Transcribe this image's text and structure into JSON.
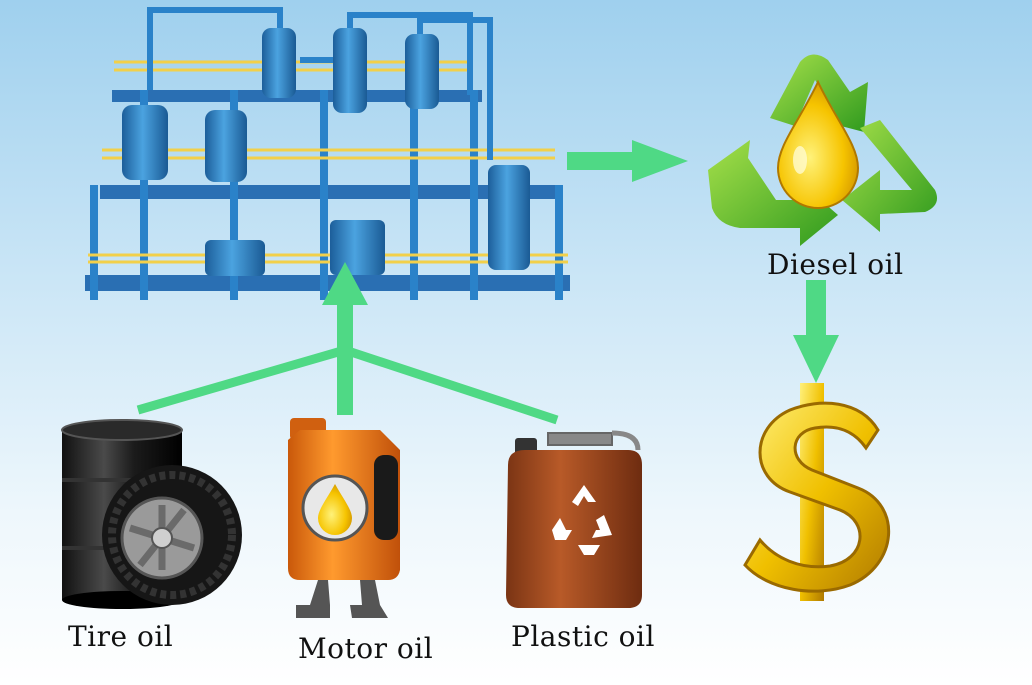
{
  "labels": {
    "tire_oil": "Tire oil",
    "motor_oil": "Motor oil",
    "plastic_oil": "Plastic oil",
    "diesel_oil": "Diesel oil"
  },
  "icons": [
    "pyrolysis-plant-icon",
    "recycle-icon",
    "oil-drop-icon",
    "oil-barrel-icon",
    "tire-icon",
    "motor-oil-can-icon",
    "plastic-jerrycan-icon",
    "dollar-sign-icon"
  ],
  "colors": {
    "arrow": "#4fd985",
    "plant_blue": "#2a82c9",
    "rail_yellow": "#f2d04a",
    "recycle_green": "#5cbf2a",
    "oil_gold": "#f5c400",
    "dollar_gold": "#e8b800"
  }
}
